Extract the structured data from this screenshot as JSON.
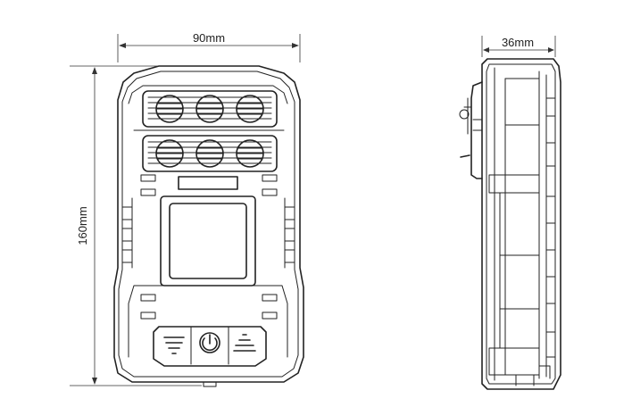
{
  "dimensions": {
    "width_label": "90mm",
    "height_label": "160mm",
    "depth_label": "36mm"
  },
  "views": [
    "front-view",
    "side-view"
  ],
  "icons": {
    "left_button": "signal-bars-icon",
    "center_button": "power-icon",
    "right_button": "menu-lines-icon"
  }
}
